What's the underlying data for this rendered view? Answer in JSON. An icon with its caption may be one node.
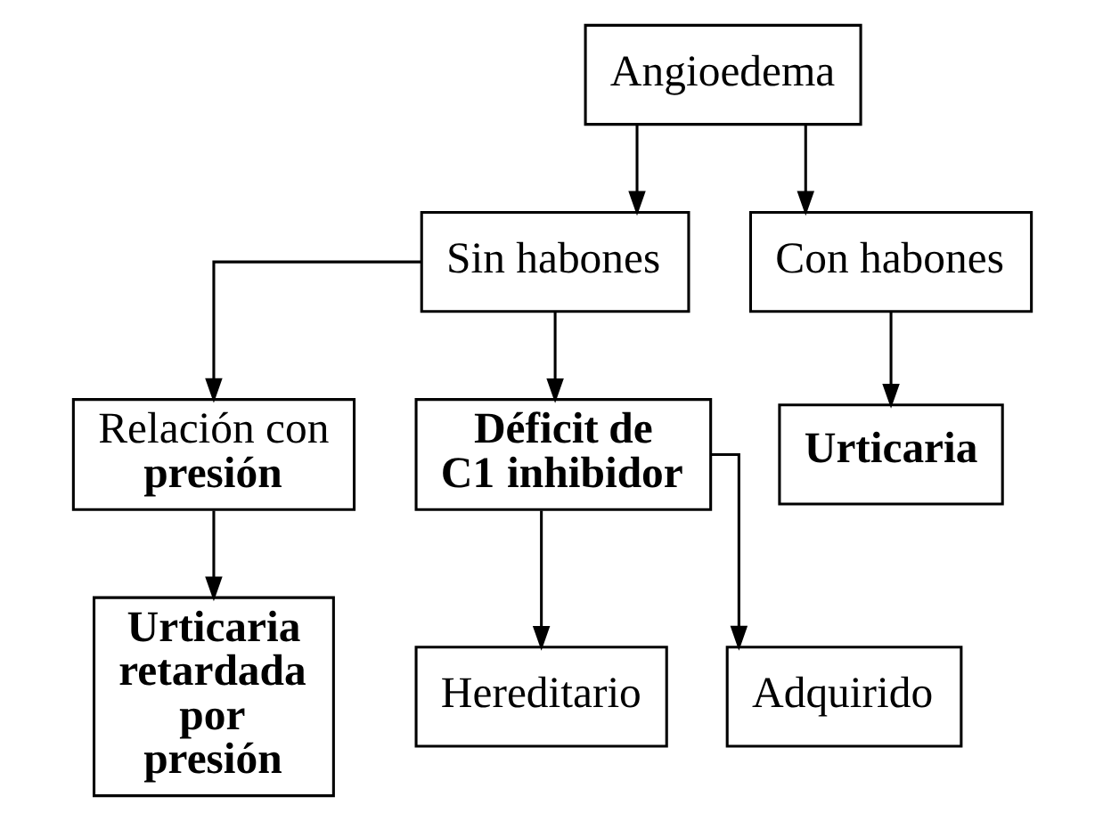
{
  "diagram": {
    "nodes": [
      {
        "text": [
          "Angioedema"
        ]
      },
      {
        "text": [
          "Sin habones"
        ]
      },
      {
        "text": [
          "Con habones"
        ]
      },
      {
        "text": [
          "Relación con **presión**"
        ]
      },
      {
        "text": [
          "Déficit de C1 inhibidor"
        ]
      },
      {
        "text": [
          "Urticaria"
        ]
      },
      {
        "text": [
          "Urticaria retardada por presión"
        ]
      },
      {
        "text": [
          "Hereditario"
        ]
      },
      {
        "text": [
          "Adquirido"
        ]
      }
    ],
    "edges": [
      {
        "from": 0,
        "to": 1,
        "arrow": "to"
      },
      {
        "from": 0,
        "to": 2,
        "arrow": "to"
      },
      {
        "from": 1,
        "to": 3,
        "arrow": "to"
      },
      {
        "from": 1,
        "to": 4,
        "arrow": "to"
      },
      {
        "from": 2,
        "to": 5,
        "arrow": "to"
      },
      {
        "from": 3,
        "to": 6,
        "arrow": "to"
      },
      {
        "from": 4,
        "to": 7,
        "arrow": "to"
      },
      {
        "from": 4,
        "to": 8,
        "arrow": "to"
      }
    ]
  }
}
